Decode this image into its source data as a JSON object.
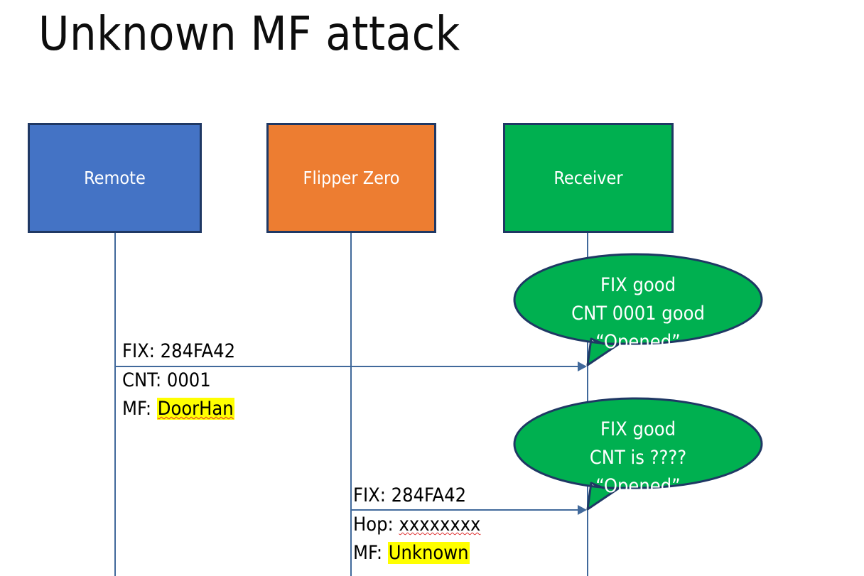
{
  "slide": {
    "title": "Unknown MF attack",
    "background_color": "#FFFFFF"
  },
  "colors": {
    "remote_box": "#4473C5",
    "flipper_box": "#ED7D31",
    "receiver_box": "#00B050",
    "box_border": "#1F3864",
    "lifeline": "#41699B",
    "bubble_fill": "#00B050",
    "bubble_border": "#1F3864",
    "highlight": "#FFFF00",
    "spellcheck_underline": "#E03030"
  },
  "actors": [
    {
      "id": "remote",
      "label": "Remote"
    },
    {
      "id": "flipper",
      "label": "Flipper Zero"
    },
    {
      "id": "receiver",
      "label": "Receiver"
    }
  ],
  "messages": [
    {
      "id": "msg1",
      "from": "remote",
      "to": "receiver",
      "above_lines": [
        "FIX: 284FA42"
      ],
      "below_lines": [
        {
          "prefix": "CNT: 0001",
          "highlighted": "",
          "squiggly": false
        },
        {
          "prefix": "MF: ",
          "highlighted": "DoorHan",
          "squiggly": true
        }
      ]
    },
    {
      "id": "msg2",
      "from": "flipper",
      "to": "receiver",
      "above_lines": [
        "FIX: 284FA42"
      ],
      "below_lines": [
        {
          "prefix": "Hop: ",
          "highlighted": "",
          "plain_squiggly": "xxxxxxxx",
          "squiggly": true
        },
        {
          "prefix": "MF: ",
          "highlighted": "Unknown",
          "squiggly": false
        }
      ]
    }
  ],
  "bubbles": [
    {
      "id": "bubble1",
      "lines": [
        "FIX good",
        "CNT 0001 good",
        "“Opened”"
      ]
    },
    {
      "id": "bubble2",
      "lines": [
        "FIX good",
        "CNT is ????",
        "“Opened”"
      ]
    }
  ],
  "msg1": {
    "above_1": "FIX: 284FA42",
    "below_1": "CNT: 0001",
    "below_2_prefix": "MF: ",
    "below_2_value": "DoorHan"
  },
  "msg2": {
    "above_1": "FIX: 284FA42",
    "below_1_prefix": "Hop: ",
    "below_1_value": "xxxxxxxx",
    "below_2_prefix": "MF: ",
    "below_2_value": "Unknown"
  },
  "bubble1": {
    "line1": "FIX good",
    "line2": "CNT 0001 good",
    "line3": "“Opened”"
  },
  "bubble2": {
    "line1": "FIX good",
    "line2": "CNT is ????",
    "line3": "“Opened”"
  }
}
